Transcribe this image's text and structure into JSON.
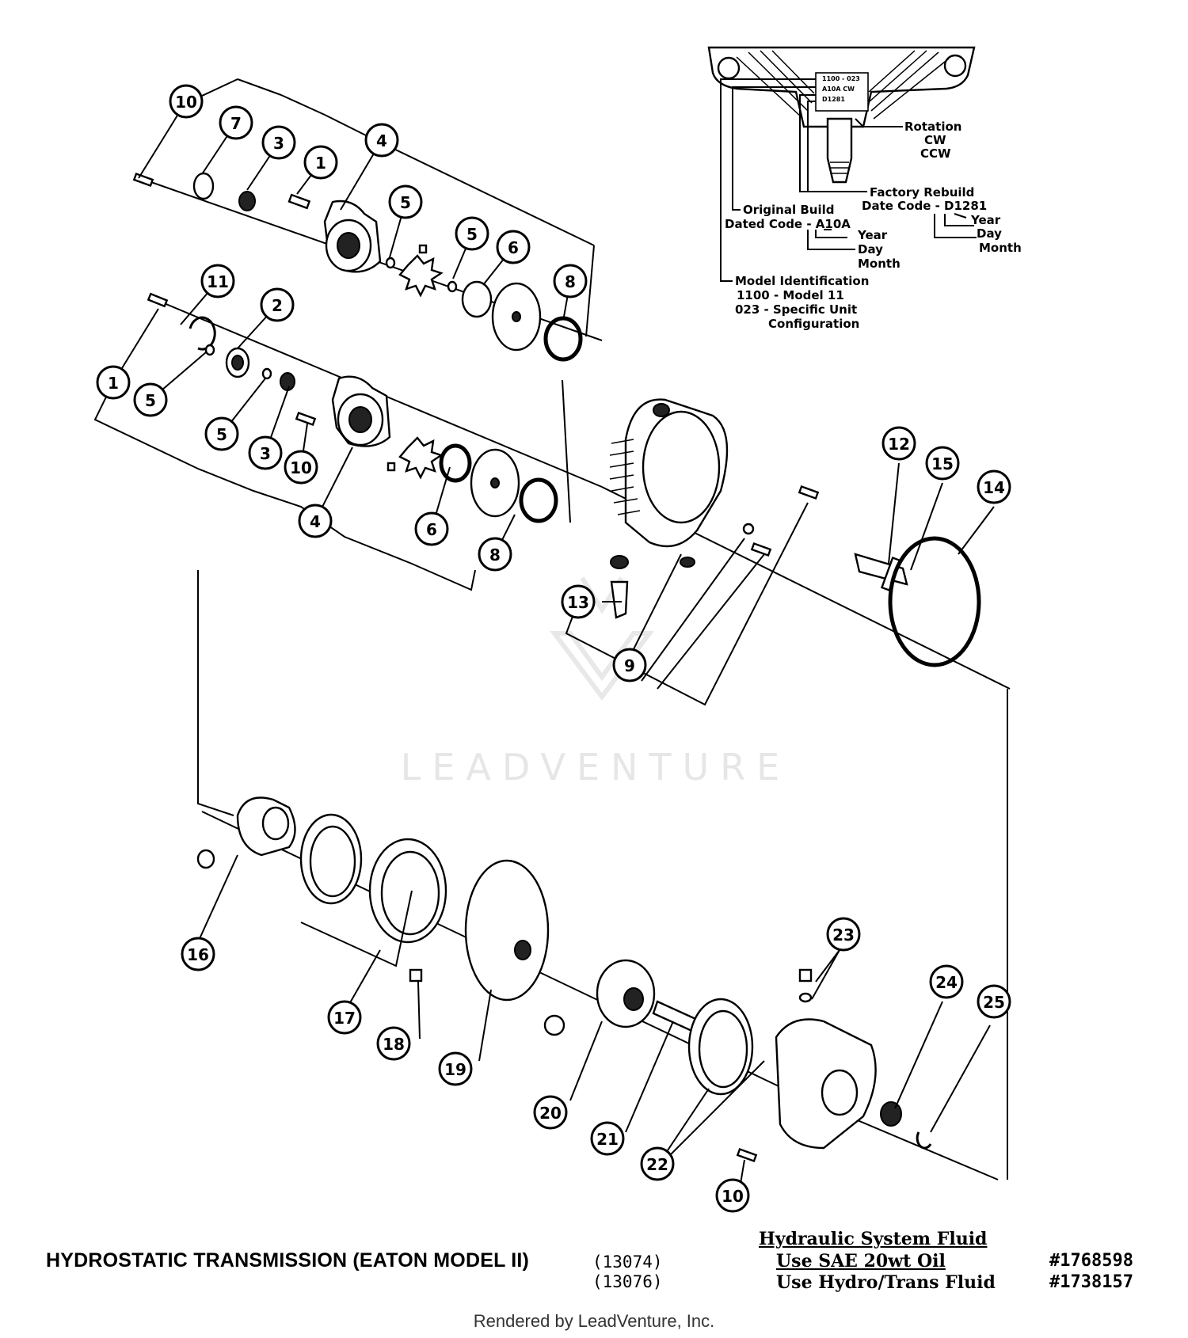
{
  "diagram": {
    "title": "HYDROSTATIC TRANSMISSION (EATON MODEL II)",
    "reference_numbers": [
      "(13074)",
      "(13076)"
    ],
    "fluid": {
      "heading": "Hydraulic System Fluid",
      "lines": [
        {
          "text": "Use SAE 20wt Oil",
          "part_number": "#1768598"
        },
        {
          "text": "Use Hydro/Trans Fluid",
          "part_number": "#1738157"
        }
      ]
    },
    "watermark": "LEADVENTURE",
    "footer": "Rendered by LeadVenture, Inc.",
    "code_plate": {
      "plate_lines": [
        "1100 - 023",
        "A10A CW",
        "D1281"
      ],
      "rotation": {
        "label": "Rotation",
        "options": [
          "CW",
          "CCW"
        ]
      },
      "factory_rebuild": {
        "label": "Factory Rebuild",
        "code_label": "Date Code - D1281",
        "parts": [
          "Year",
          "Day",
          "Month"
        ]
      },
      "original_build": {
        "label": "Original Build",
        "code_label": "Dated Code - A10A",
        "parts": [
          "Year",
          "Day",
          "Month"
        ]
      },
      "model_identification": {
        "label": "Model Identification",
        "lines": [
          "1100 - Model 11",
          "023 - Specific Unit",
          "Configuration"
        ]
      }
    },
    "callouts": [
      "10",
      "7",
      "3",
      "1",
      "4",
      "5",
      "5",
      "6",
      "8",
      "11",
      "2",
      "1",
      "5",
      "5",
      "3",
      "10",
      "4",
      "6",
      "8",
      "12",
      "15",
      "14",
      "13",
      "9",
      "16",
      "17",
      "18",
      "19",
      "20",
      "21",
      "22",
      "23",
      "24",
      "25",
      "10"
    ]
  }
}
